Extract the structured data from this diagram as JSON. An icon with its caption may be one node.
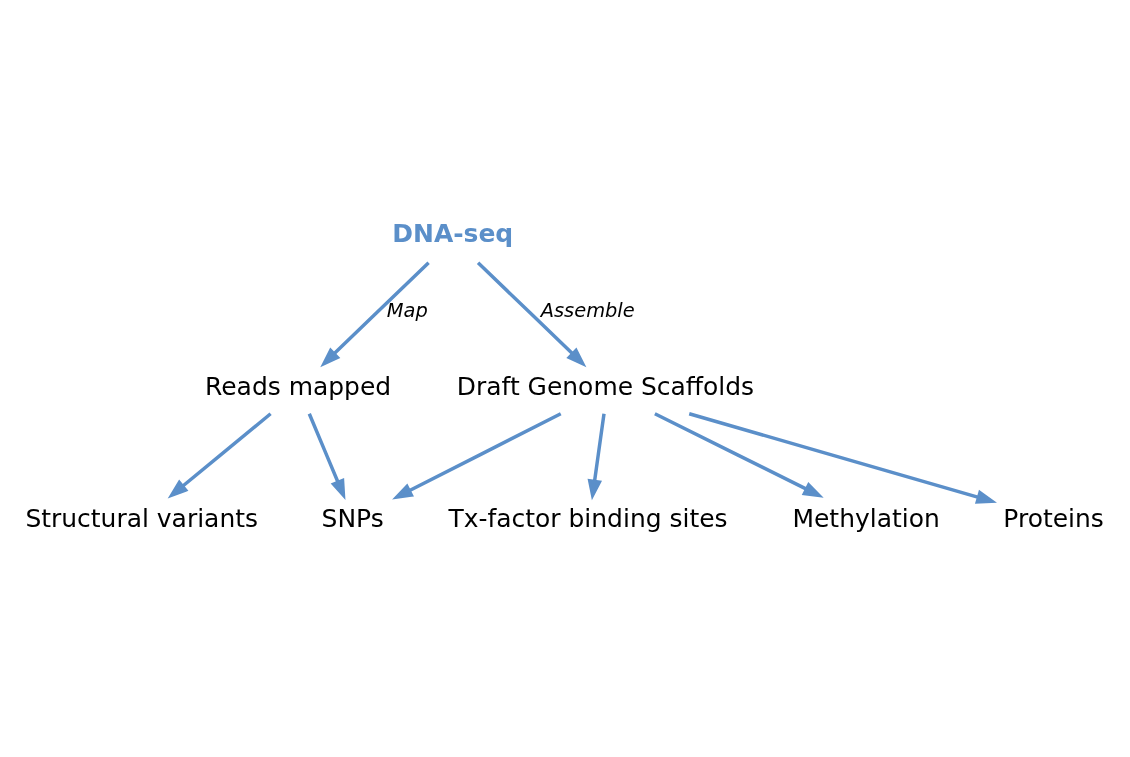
{
  "diagram": {
    "nodes": [
      {
        "text": [
          "DNA-seq"
        ]
      },
      {
        "text": [
          "Reads mapped"
        ]
      },
      {
        "text": [
          "Draft Genome Scaffolds"
        ]
      },
      {
        "text": [
          "Structural variants"
        ]
      },
      {
        "text": [
          "SNPs"
        ]
      },
      {
        "text": [
          "Tx-factor binding sites"
        ]
      },
      {
        "text": [
          "Methylation"
        ]
      },
      {
        "text": [
          "Proteins"
        ]
      }
    ],
    "edges": [
      {
        "from": 0,
        "to": 1,
        "arrow": "to",
        "label": "Map"
      },
      {
        "from": 0,
        "to": 2,
        "arrow": "to",
        "label": "Assemble"
      },
      {
        "from": 1,
        "to": 3,
        "arrow": "to"
      },
      {
        "from": 1,
        "to": 4,
        "arrow": "to"
      },
      {
        "from": 2,
        "to": 4,
        "arrow": "to"
      },
      {
        "from": 2,
        "to": 5,
        "arrow": "to"
      },
      {
        "from": 2,
        "to": 6,
        "arrow": "to"
      },
      {
        "from": 2,
        "to": 7,
        "arrow": "to"
      }
    ]
  }
}
